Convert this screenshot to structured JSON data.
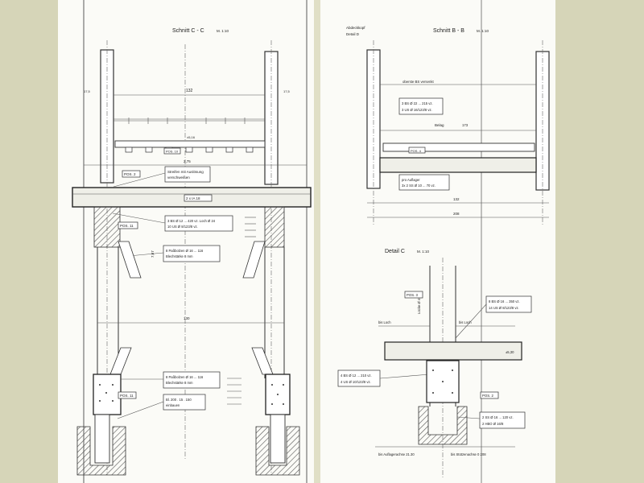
{
  "sheets": {
    "left": {
      "title": "Schnitt C - C",
      "scale": "M. 1:10",
      "labels": {
        "pos2": "POS. 2",
        "pos10": "POS. 10",
        "pos11": "POS. 11",
        "beam": "2 x IA 18",
        "note_strips_1": "Streifen mit Auslösung",
        "note_strips_2": "verschweißen",
        "rebar_1": "3 BS Ø 12 ... 420 vz. Loch Ø 24",
        "rebar_2": "10 US Ø 8/123/8 vz.",
        "bolt_1a": "8 Paßbolzen Ø 16 ... 116",
        "bolt_1b": "Blechstärke 8 mm",
        "bolt_2a": "8 Paßbolzen Ø 16 ... 116",
        "bolt_2b": "Blechstärke 8 mm",
        "plate_1": "Bl. 200 . 15 . 150",
        "plate_2": "einbauen",
        "dim_top": "132",
        "dim_mid": "130",
        "dim_275": "2,75",
        "dim_536": "±5,16",
        "dim_left": "17,5",
        "dim_right": "17,5",
        "dim_height": "7,67"
      }
    },
    "right": {
      "title": "Schnitt B - B",
      "scale": "M. 1:10",
      "detail_title": "Detail C",
      "detail_scale": "M. 1:10",
      "labels": {
        "abdeckkopf": "Abdeckkopf",
        "detail_d": "Detail D",
        "oberste_bs": "oberste BS versenkt",
        "rebar_3a": "3 BS Ø 22 ... 215 vz.",
        "rebar_3b": "3 US Ø 16/123/8 vz.",
        "belag": "Belag",
        "pos4": "POS. 4",
        "pos3": "POS. 3",
        "pos2": "POS. 2",
        "auflager_1": "pro Auflager",
        "auflager_2": "3x 2 SS Ø 10 ... 70 vz.",
        "dim_132": "132",
        "dim_208": "208",
        "dim_173": "173",
        "rebar_d1": "8 BS Ø 16 ... 350 vz.",
        "rebar_d2": "14 US Ø 8/123/8 vz.",
        "rebar_d3": "4 BS Ø 12 ... 210 vz.",
        "rebar_d4": "4 US Ø 10/123/8 vz.",
        "ss_1": "2 SS Ø 16 ... 120 vz.",
        "ss_2": "2 HBO Ø 16/8",
        "bis_loch_1": "bis Loch",
        "bis_loch_2": "bis Loch",
        "bis_auflager": "bis Auflagerachse 21.30",
        "bis_stuetzen": "bis Stützenachse 0  208",
        "luecke": "Lücke Ø 45",
        "dim_530": "±5,30"
      }
    }
  }
}
